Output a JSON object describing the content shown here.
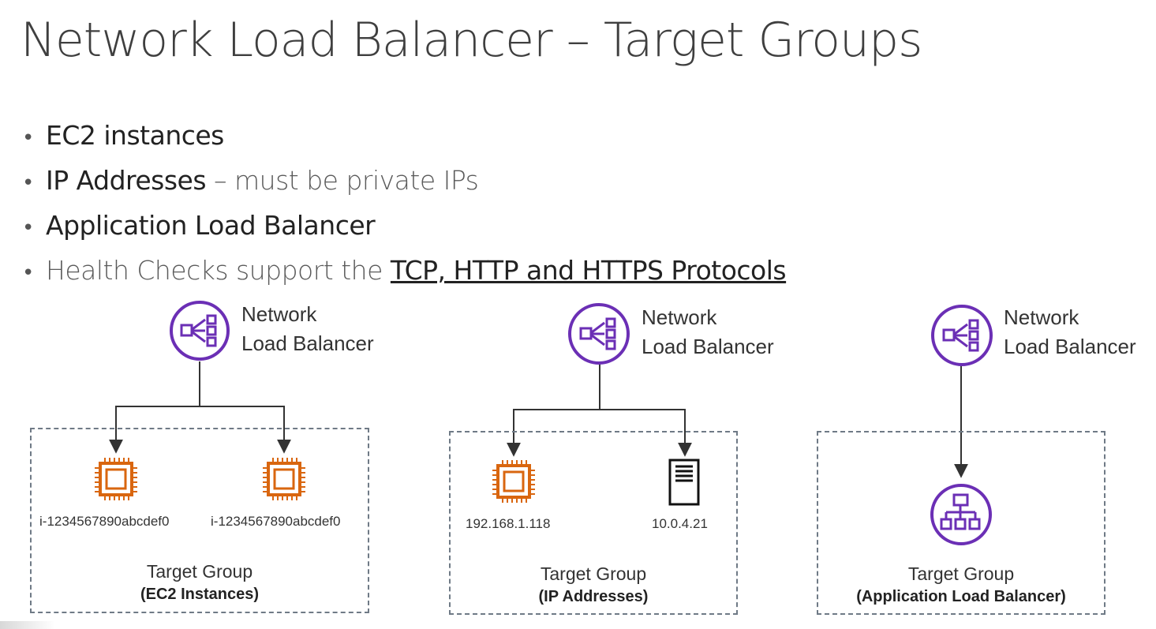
{
  "title": "Network Load Balancer – Target Groups",
  "bullets": [
    {
      "main": "EC2 instances"
    },
    {
      "main": "IP Addresses",
      "muted": " – must be private IPs"
    },
    {
      "main": "Application Load Balancer"
    },
    {
      "muted": "Health Checks support the ",
      "underlined": "TCP, HTTP and HTTPS Protocols"
    }
  ],
  "colors": {
    "purple": "#6b2fb5",
    "orange": "#d9660f",
    "dash": "#6f7a86"
  },
  "diagrams": [
    {
      "lb_label_line1": "Network",
      "lb_label_line2": "Load Balancer",
      "lb_icon": "network-load-balancer-icon",
      "targets": [
        {
          "icon": "ec2-instance-icon",
          "label": "i-1234567890abcdef0"
        },
        {
          "icon": "ec2-instance-icon",
          "label": "i-1234567890abcdef0"
        }
      ],
      "group_label": "Target Group",
      "group_type": "(EC2 Instances)"
    },
    {
      "lb_label_line1": "Network",
      "lb_label_line2": "Load Balancer",
      "lb_icon": "network-load-balancer-icon",
      "targets": [
        {
          "icon": "ec2-instance-icon",
          "label": "192.168.1.118"
        },
        {
          "icon": "server-icon",
          "label": "10.0.4.21"
        }
      ],
      "group_label": "Target Group",
      "group_type": "(IP Addresses)"
    },
    {
      "lb_label_line1": "Network",
      "lb_label_line2": "Load Balancer",
      "lb_icon": "network-load-balancer-icon",
      "targets": [
        {
          "icon": "application-load-balancer-icon",
          "label": ""
        }
      ],
      "group_label": "Target Group",
      "group_type": "(Application Load Balancer)"
    }
  ]
}
